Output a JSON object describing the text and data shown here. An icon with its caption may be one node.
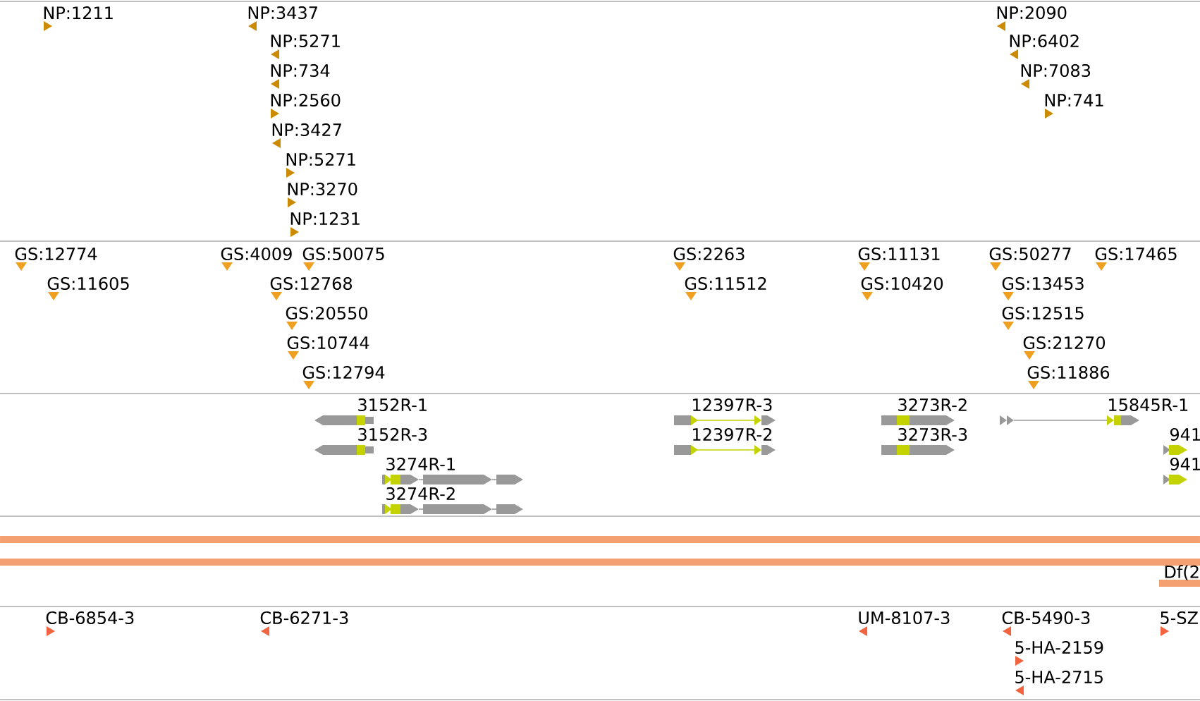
{
  "diagram": {
    "labels": [
      "NP:1211",
      "NP:3437",
      "NP:2090",
      "NP:5271",
      "NP:6402",
      "NP:734",
      "NP:7083",
      "NP:2560",
      "NP:741",
      "NP:3427",
      "NP:5271",
      "NP:3270",
      "NP:1231",
      "GS:12774",
      "GS:4009",
      "GS:50075",
      "GS:2263",
      "GS:11131",
      "GS:50277",
      "GS:17465",
      "GS:11605",
      "GS:12768",
      "GS:11512",
      "GS:10420",
      "GS:13453",
      "GS:20550",
      "GS:12515",
      "GS:10744",
      "GS:21270",
      "GS:12794",
      "GS:11886",
      "3152R-1",
      "12397R-3",
      "3273R-2",
      "15845R-1",
      "3152R-3",
      "12397R-2",
      "3273R-3",
      "941",
      "3274R-1",
      "941",
      "3274R-2",
      "Df(2",
      "CB-6854-3",
      "CB-6271-3",
      "UM-8107-3",
      "CB-5490-3",
      "5-SZ",
      "5-HA-2159",
      "5-HA-2715"
    ]
  }
}
